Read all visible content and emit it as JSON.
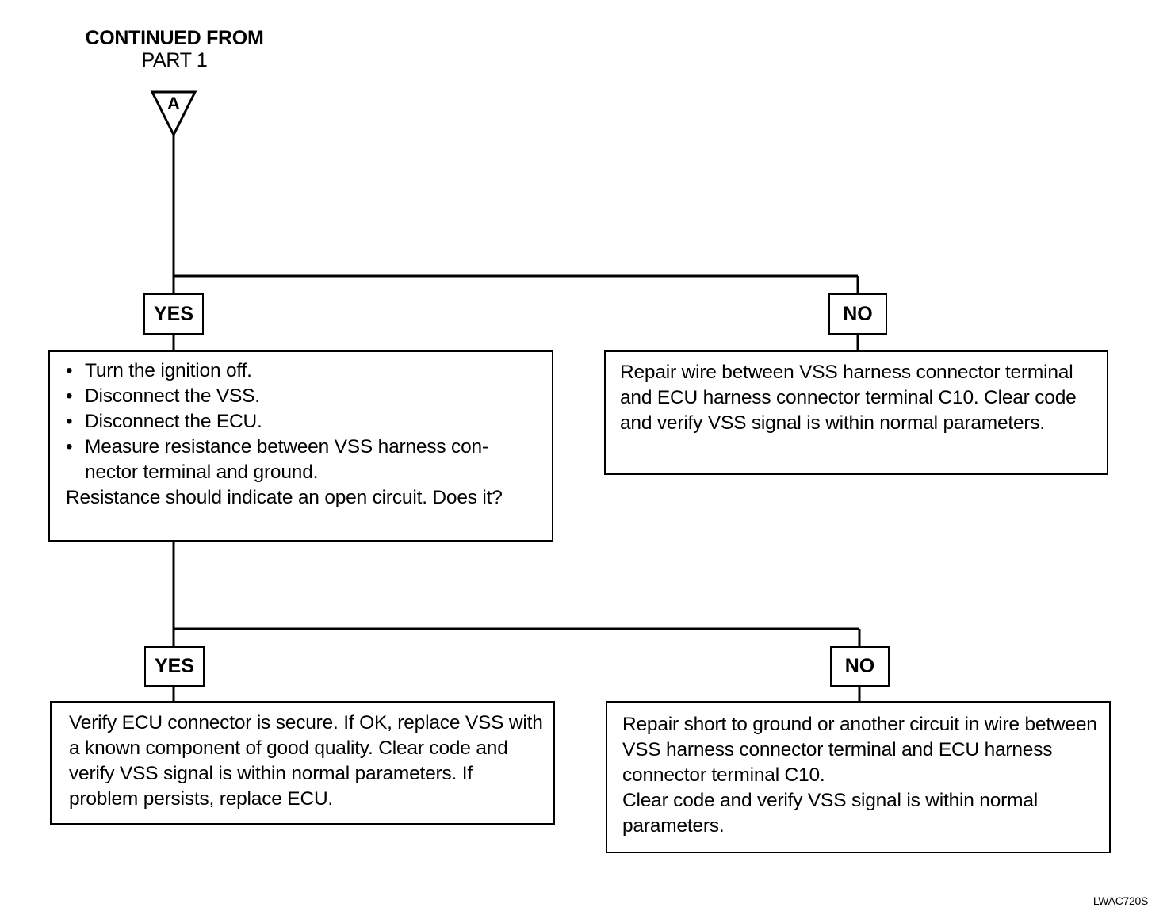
{
  "header": {
    "line1": "CONTINUED FROM",
    "line2": "PART 1"
  },
  "connector_marker": "A",
  "branch1": {
    "yes_label": "YES",
    "no_label": "NO",
    "yes_box": {
      "steps": [
        "Turn the ignition off.",
        "Disconnect the VSS.",
        "Disconnect the ECU.",
        "Measure resistance between VSS harness con-nector terminal and ground."
      ],
      "question": "Resistance should indicate an open circuit. Does it?"
    },
    "no_box": {
      "text": "Repair wire between VSS harness connector terminal and ECU harness connector terminal C10. Clear code and verify VSS signal is within normal parameters."
    }
  },
  "branch2": {
    "yes_label": "YES",
    "no_label": "NO",
    "yes_box": {
      "text": "Verify ECU connector is secure. If OK, replace VSS with a known component of good quality. Clear code and verify VSS signal is within normal parameters. If problem persists, replace ECU."
    },
    "no_box": {
      "line1": "Repair short to ground or another circuit in wire between VSS harness connector terminal and ECU harness connector terminal C10.",
      "line2": "Clear code and verify VSS signal is within normal parameters."
    }
  },
  "figure_id": "LWAC720S"
}
